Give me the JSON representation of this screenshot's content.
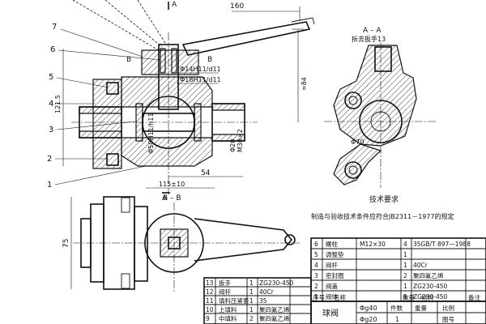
{
  "views": {
    "section_aa_label": "A – A",
    "section_aa_note": "拆去扳手13",
    "section_bb_label": "B – B",
    "cut_a": "A",
    "cut_b": "B"
  },
  "dimensions": {
    "d160": "160",
    "d84": "≈84",
    "d1215": "121.5",
    "d54": "54",
    "d115": "115±10",
    "d75": "75",
    "dphi20": "Φ20",
    "dphi70": "Φ70",
    "dm36": "M36×2",
    "fit1": "Φ14H11/d11",
    "fit2": "Φ18H11/d11",
    "fit3": "Φ50H11/h11"
  },
  "balloons": [
    "7",
    "6",
    "5",
    "4",
    "3",
    "2",
    "1"
  ],
  "notes": {
    "tech_title": "技术要求",
    "tech_body": "制造与验收技术条件应符合JB2311－1977的规定"
  },
  "bom": {
    "upper": [
      {
        "seq": "6",
        "name": "螺柱",
        "spec": "M12×30",
        "qty": "4",
        "material": "35GB/T 897—1988"
      },
      {
        "seq": "5",
        "name": "调整垫",
        "spec": "",
        "qty": "1",
        "material": ""
      },
      {
        "seq": "4",
        "name": "阀杆",
        "spec": "",
        "qty": "1",
        "material": "40Cr"
      },
      {
        "seq": "3",
        "name": "密封圈",
        "spec": "",
        "qty": "2",
        "material": "聚四氟乙烯"
      },
      {
        "seq": "2",
        "name": "阀盖",
        "spec": "",
        "qty": "1",
        "material": "ZG230-450"
      },
      {
        "seq": "1",
        "name": "阀体",
        "spec": "",
        "qty": "1",
        "material": "ZG230-450"
      }
    ],
    "lower": [
      {
        "seq": "13",
        "name": "扳手",
        "qty": "1",
        "material": "ZG230-450"
      },
      {
        "seq": "12",
        "name": "阀杆",
        "qty": "1",
        "material": "40Cr"
      },
      {
        "seq": "11",
        "name": "填料压紧套",
        "qty": "1",
        "material": "35"
      },
      {
        "seq": "10",
        "name": "上填料",
        "qty": "1",
        "material": "聚四氟乙烯"
      },
      {
        "seq": "9",
        "name": "中填料",
        "qty": "2",
        "material": "聚四氟乙烯"
      }
    ],
    "header": {
      "seq": "序号",
      "name": "名称",
      "qty": "数量",
      "material": "材料",
      "remark": "备注"
    },
    "title_block": {
      "assembly": "球阀",
      "code1": "Φg40",
      "code2": "Φg20",
      "ratio_label": "比例",
      "drawing_no": "图号",
      "quantity": "件数",
      "weight": "重量",
      "one": "1"
    }
  }
}
